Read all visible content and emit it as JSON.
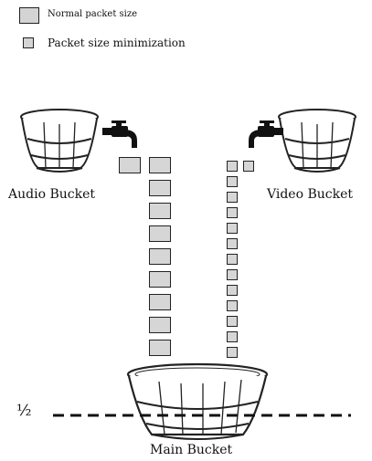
{
  "legend": {
    "normal_label": "Normal packet size",
    "minimized_label": "Packet size minimization"
  },
  "buckets": {
    "audio_label": "Audio Bucket",
    "video_label": "Video Bucket",
    "main_label": "Main Bucket"
  },
  "half_marker_label": "½",
  "icons": [
    "faucet-icon",
    "bucket-icon"
  ],
  "colors": {
    "packet_fill": "#d6d6d6",
    "stroke": "#222222"
  }
}
